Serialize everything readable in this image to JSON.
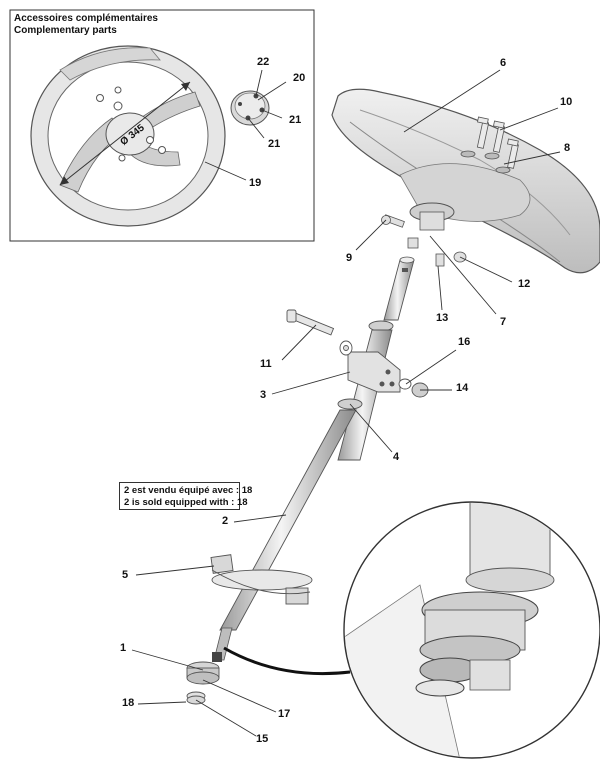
{
  "inset": {
    "title_fr": "Accessoires complémentaires",
    "title_en": "Complementary parts",
    "diameter_label": "Ø 345"
  },
  "note": {
    "line_fr": "2 est vendu équipé avec : 18",
    "line_en": "2 is sold equipped with : 18"
  },
  "callouts": [
    "1",
    "2",
    "3",
    "4",
    "5",
    "6",
    "7",
    "8",
    "9",
    "10",
    "11",
    "12",
    "13",
    "14",
    "15",
    "16",
    "17",
    "18",
    "19",
    "20",
    "21",
    "21",
    "22"
  ]
}
